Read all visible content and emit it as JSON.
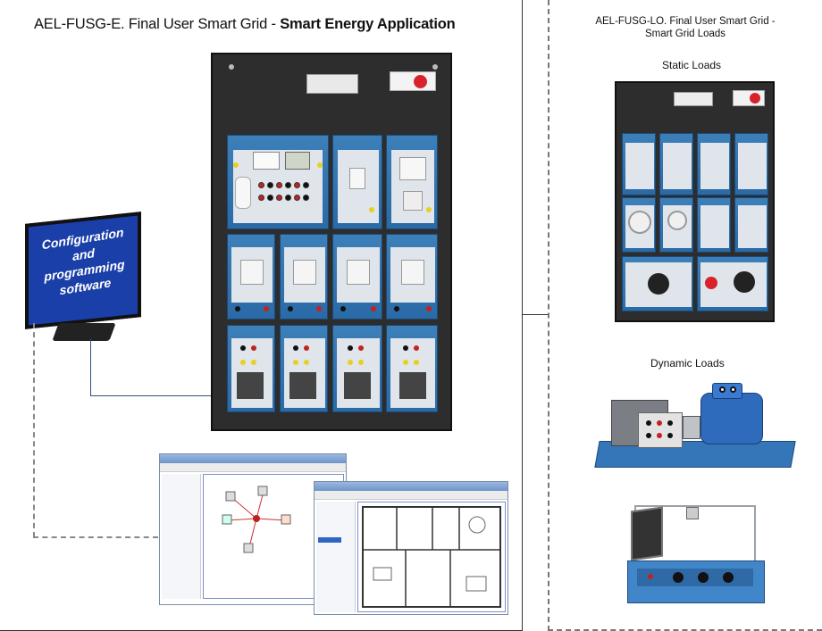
{
  "titles": {
    "main_prefix": "AEL-FUSG-E. Final User Smart Grid - ",
    "main_bold": "Smart Energy Application",
    "right_line1": "AEL-FUSG-LO. Final User Smart Grid -",
    "right_line2": "Smart Grid Loads"
  },
  "labels": {
    "static_loads": "Static Loads",
    "dynamic_loads": "Dynamic Loads"
  },
  "monitor": {
    "line1": "Configuration",
    "line2": "and",
    "line3": "programming",
    "line4": "software"
  },
  "colors": {
    "panel": "#2d2d2d",
    "module_blue": "#3074b0",
    "screen_blue": "#1b3fa8",
    "link_line": "#2f4f7f",
    "dashed": "#777777"
  }
}
